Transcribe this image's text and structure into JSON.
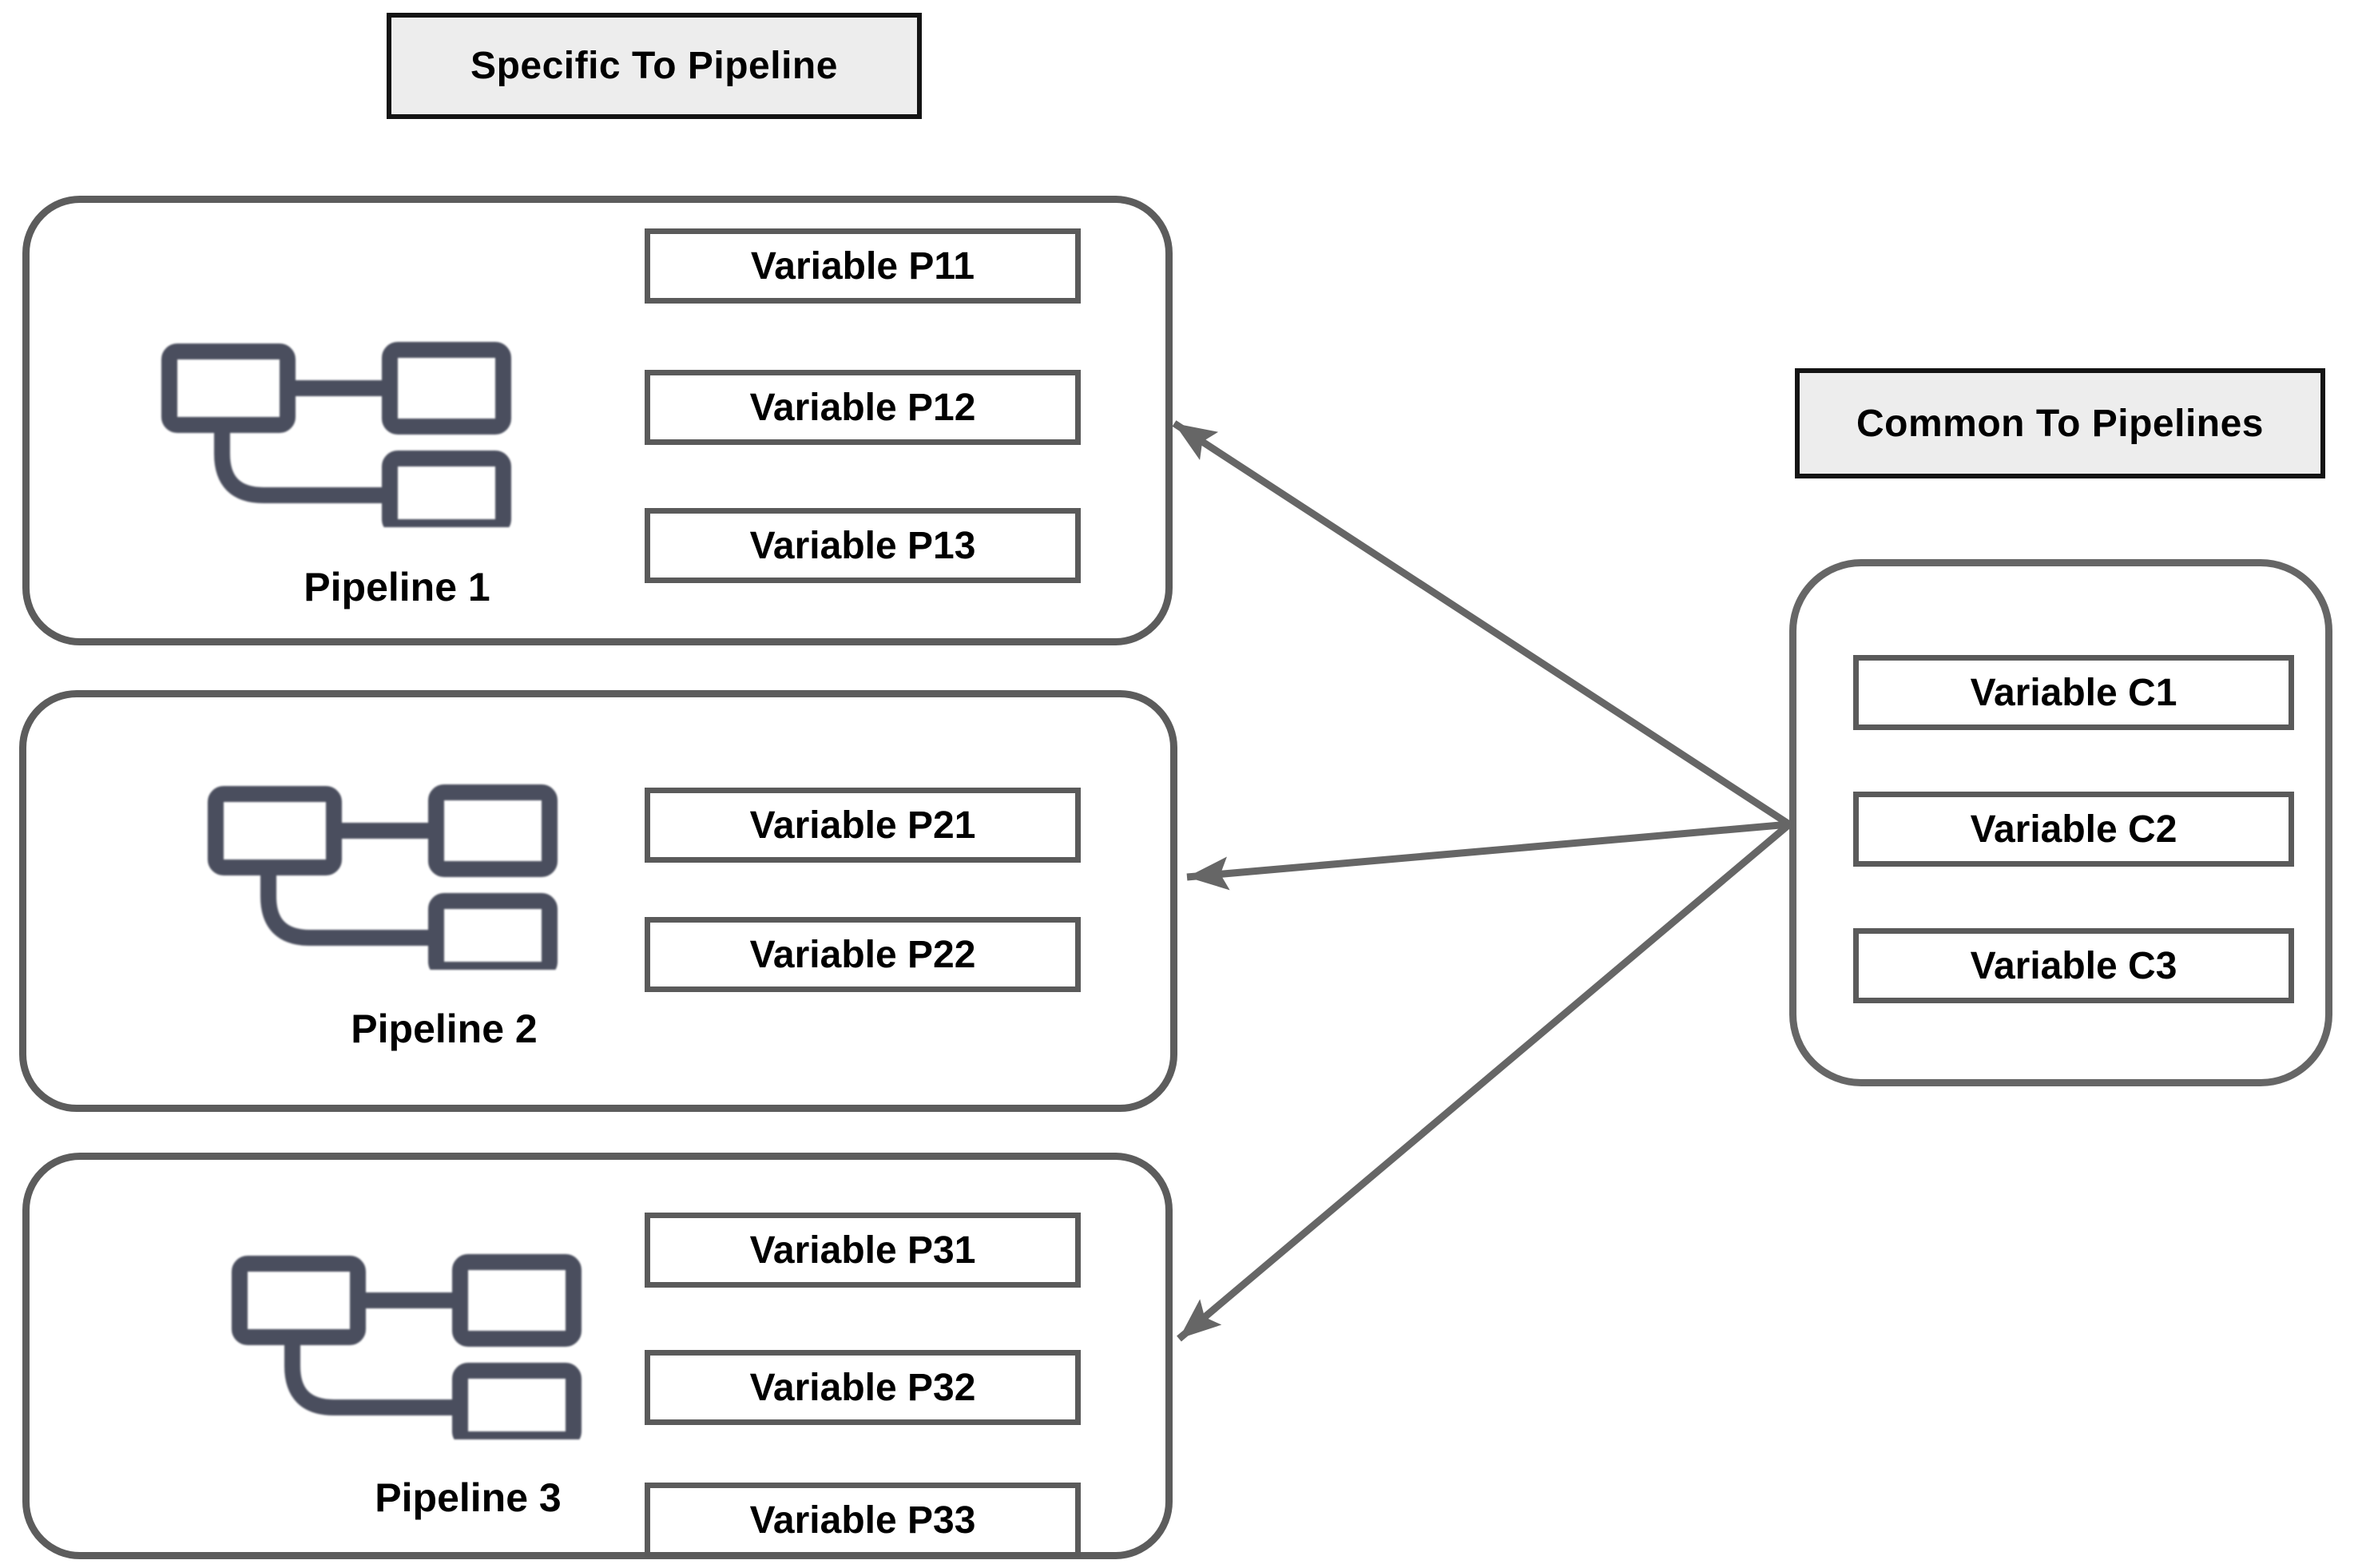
{
  "diagram": {
    "background": "#ffffff",
    "colors": {
      "arrow": "#666666",
      "container_border": "#5c5c5c",
      "variable_border": "#5a5a5a",
      "header_border": "#141414",
      "header_fill": "#ededed",
      "icon_stroke": "#4a4e5e",
      "text": "#000000"
    },
    "headers": {
      "specific": {
        "label": "Specific To Pipeline"
      },
      "common": {
        "label": "Common To Pipelines"
      }
    },
    "icons": {
      "pipeline": "flowchart-icon"
    },
    "pipelines": [
      {
        "label": "Pipeline 1",
        "variables": [
          "Variable P11",
          "Variable P12",
          "Variable P13"
        ]
      },
      {
        "label": "Pipeline 2",
        "variables": [
          "Variable P21",
          "Variable P22"
        ]
      },
      {
        "label": "Pipeline 3",
        "variables": [
          "Variable P31",
          "Variable P32",
          "Variable P33"
        ]
      }
    ],
    "common_group": {
      "variables": [
        "Variable C1",
        "Variable C2",
        "Variable C3"
      ]
    },
    "arrows": {
      "count": 3,
      "direction": "from common group to each pipeline"
    }
  }
}
